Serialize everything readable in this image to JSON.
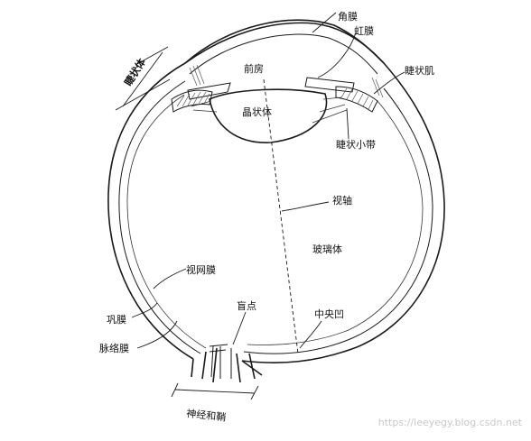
{
  "labels": {
    "cornea": "角膜",
    "iris": "虹膜",
    "ciliary_body": "睫状体",
    "ciliary_muscle": "睫状肌",
    "anterior_chamber": "前房",
    "lens": "晶状体",
    "zonule": "睫状小带",
    "visual_axis": "视轴",
    "vitreous": "玻璃体",
    "retina": "视网膜",
    "sclera": "巩膜",
    "choroid": "脉络膜",
    "blind_spot": "盲点",
    "fovea": "中央凹",
    "optic_nerve": "神经和鞘"
  },
  "watermark": "https://leeyegy.blog.csdn.net"
}
